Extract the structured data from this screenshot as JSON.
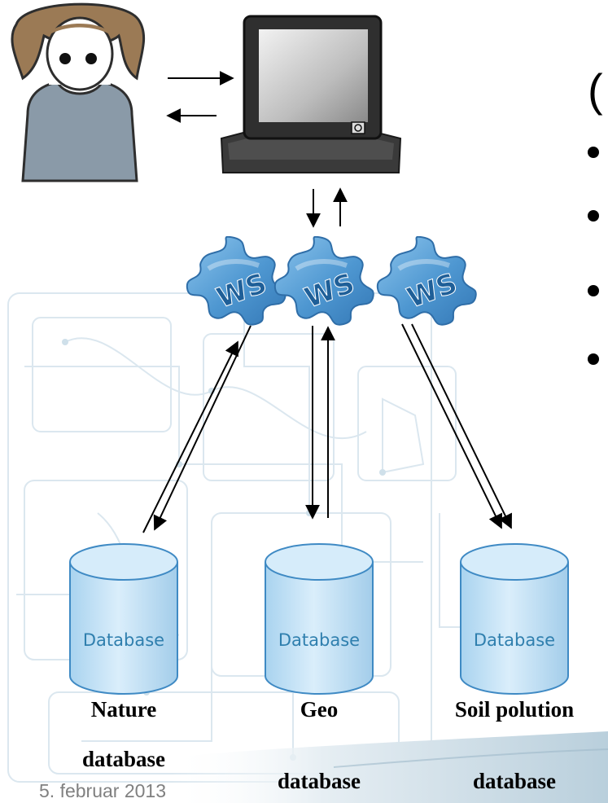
{
  "title_fragment": "(",
  "bullets": [
    "",
    "",
    "",
    ""
  ],
  "web_services": [
    {
      "label": "WS"
    },
    {
      "label": "WS"
    },
    {
      "label": "WS"
    }
  ],
  "databases": [
    {
      "label": "Database",
      "caption_line1": "Nature",
      "caption_line2": "database"
    },
    {
      "label": "Database",
      "caption_line1": "Geo",
      "caption_line2": "database"
    },
    {
      "label": "Database",
      "caption_line1": "Soil polution",
      "caption_line2": "database"
    }
  ],
  "footer_date": "5. februar 2013",
  "colors": {
    "puzzle_fill": "#5aa0d6",
    "database_fill": "#c8e4f6",
    "database_text": "#2f7fae",
    "circuit_lines": "#d9e6ef"
  }
}
